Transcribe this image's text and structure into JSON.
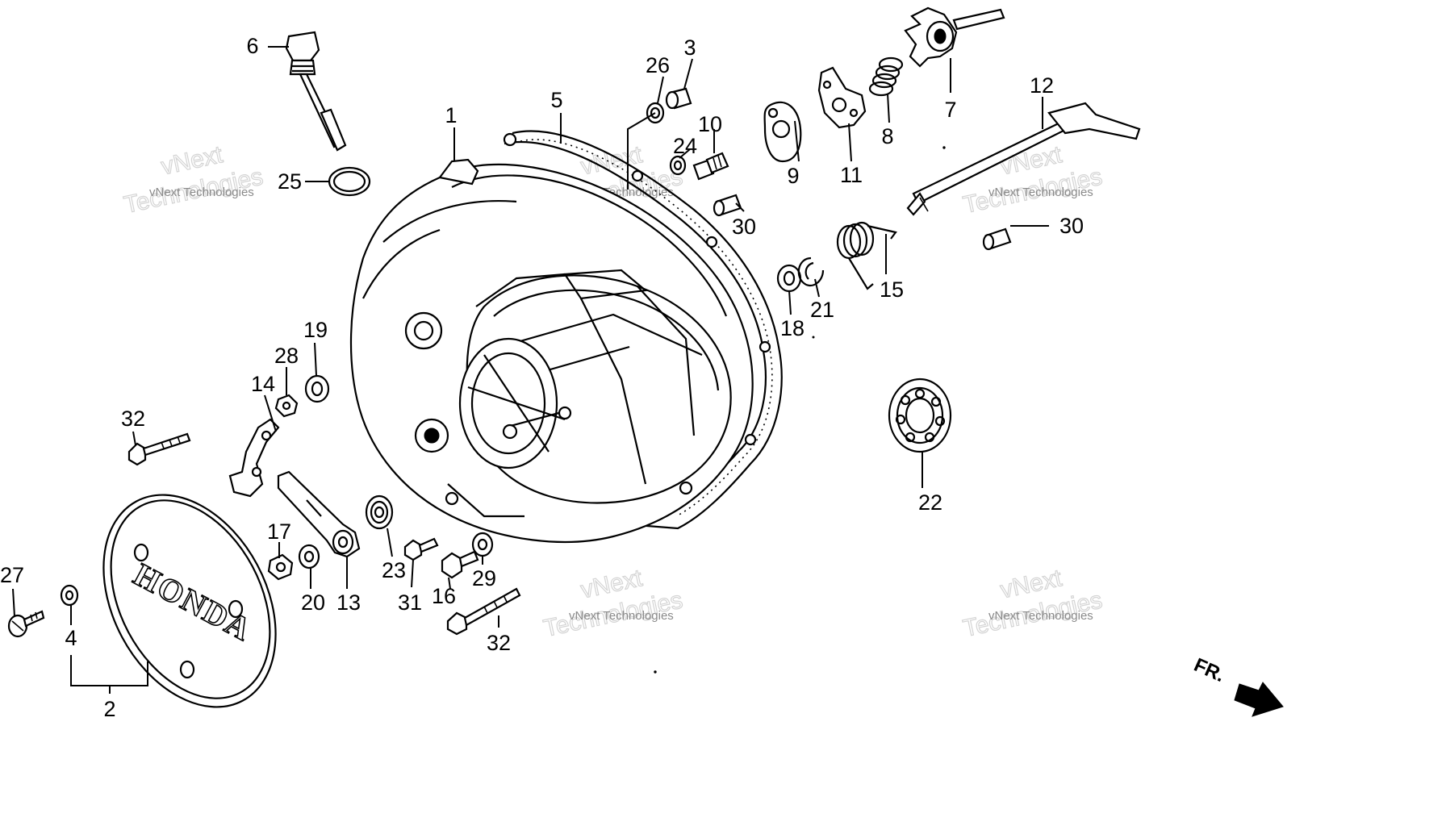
{
  "diagram": {
    "labels": [
      "1",
      "2",
      "3",
      "4",
      "5",
      "6",
      "7",
      "8",
      "9",
      "10",
      "11",
      "12",
      "13",
      "14",
      "15",
      "16",
      "17",
      "18",
      "19",
      "20",
      "21",
      "22",
      "23",
      "24",
      "25",
      "26",
      "27",
      "28",
      "29",
      "30",
      "30",
      "31",
      "32",
      "32"
    ],
    "direction": "FR.",
    "logo": "HONDA",
    "watermark": {
      "small": "vNext Technologies",
      "big_1": "vNext",
      "big_2": "Technologies"
    }
  }
}
